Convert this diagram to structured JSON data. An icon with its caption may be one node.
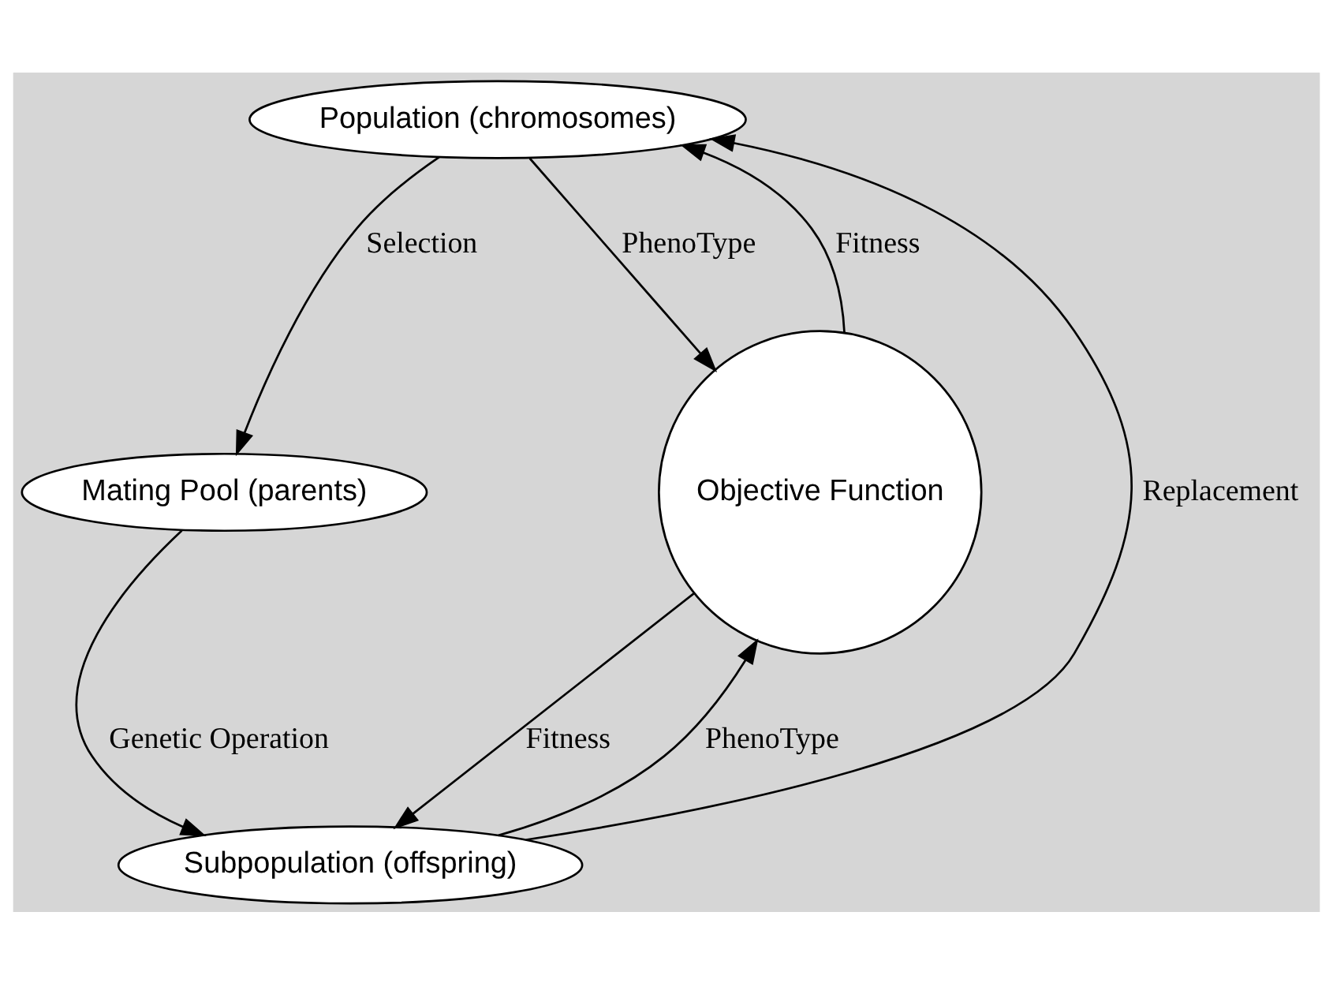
{
  "diagram": {
    "nodes": [
      {
        "text": [
          "Population (chromosomes)"
        ]
      },
      {
        "text": [
          "Mating Pool (parents)"
        ]
      },
      {
        "text": [
          "Subpopulation (offspring)"
        ]
      },
      {
        "text": [
          "Objective Function"
        ]
      }
    ],
    "edges": [
      {
        "from": 0,
        "to": 1,
        "arrow": "to",
        "label": "Selection"
      },
      {
        "from": 1,
        "to": 2,
        "arrow": "to",
        "label": "Genetic Operation"
      },
      {
        "from": 0,
        "to": 3,
        "arrow": "to",
        "label": "PhenoType"
      },
      {
        "from": 3,
        "to": 0,
        "arrow": "to",
        "label": "Fitness"
      },
      {
        "from": 3,
        "to": 2,
        "arrow": "to",
        "label": "Fitness"
      },
      {
        "from": 2,
        "to": 3,
        "arrow": "to",
        "label": "PhenoType"
      },
      {
        "from": 2,
        "to": 0,
        "arrow": "to",
        "label": "Replacement"
      }
    ]
  }
}
